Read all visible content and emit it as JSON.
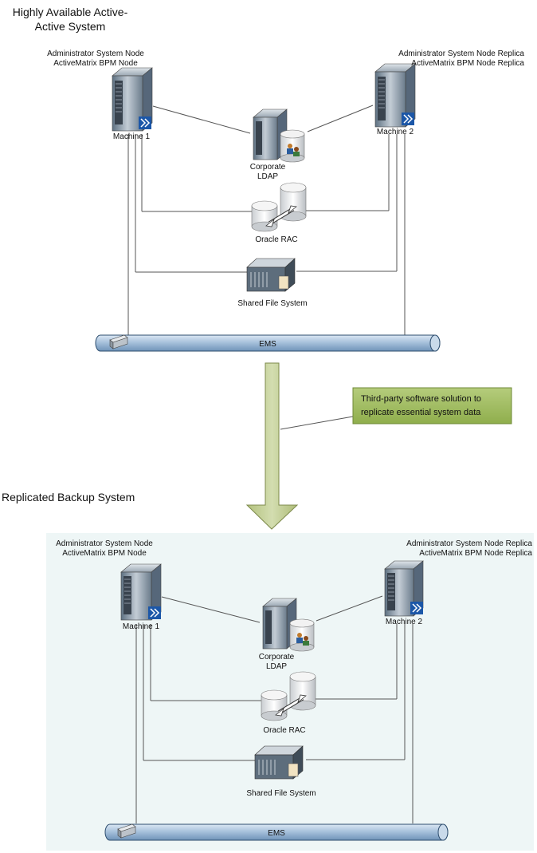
{
  "titles": {
    "primary_line1": "Highly Available Active-",
    "primary_line2": "Active System",
    "backup": "Replicated Backup System"
  },
  "primary": {
    "node1_label_line1": "Administrator System Node",
    "node1_label_line2": "ActiveMatrix BPM Node",
    "node2_label_line1": "Administrator System Node Replica",
    "node2_label_line2": "ActiveMatrix BPM Node Replica",
    "machine1": "Machine 1",
    "machine2": "Machine 2",
    "ldap_line1": "Corporate",
    "ldap_line2": "LDAP",
    "oracle": "Oracle RAC",
    "shared_fs": "Shared File System",
    "bus": "EMS"
  },
  "backup": {
    "node1_label_line1": "Administrator System Node",
    "node1_label_line2": "ActiveMatrix BPM Node",
    "node2_label_line1": "Administrator System Node Replica",
    "node2_label_line2": "ActiveMatrix BPM Node Replica",
    "machine1": "Machine 1",
    "machine2": "Machine 2",
    "ldap_line1": "Corporate",
    "ldap_line2": "LDAP",
    "oracle": "Oracle RAC",
    "shared_fs": "Shared File System",
    "bus": "EMS"
  },
  "callout": {
    "line1": "Third-party software solution to",
    "line2": "replicate essential system data"
  },
  "colors": {
    "arrow_fill": "#c5d19a",
    "callout_fill": "#9bbb59",
    "bus_fill": "#b8cfe6",
    "backup_background": "#eef6f6"
  }
}
